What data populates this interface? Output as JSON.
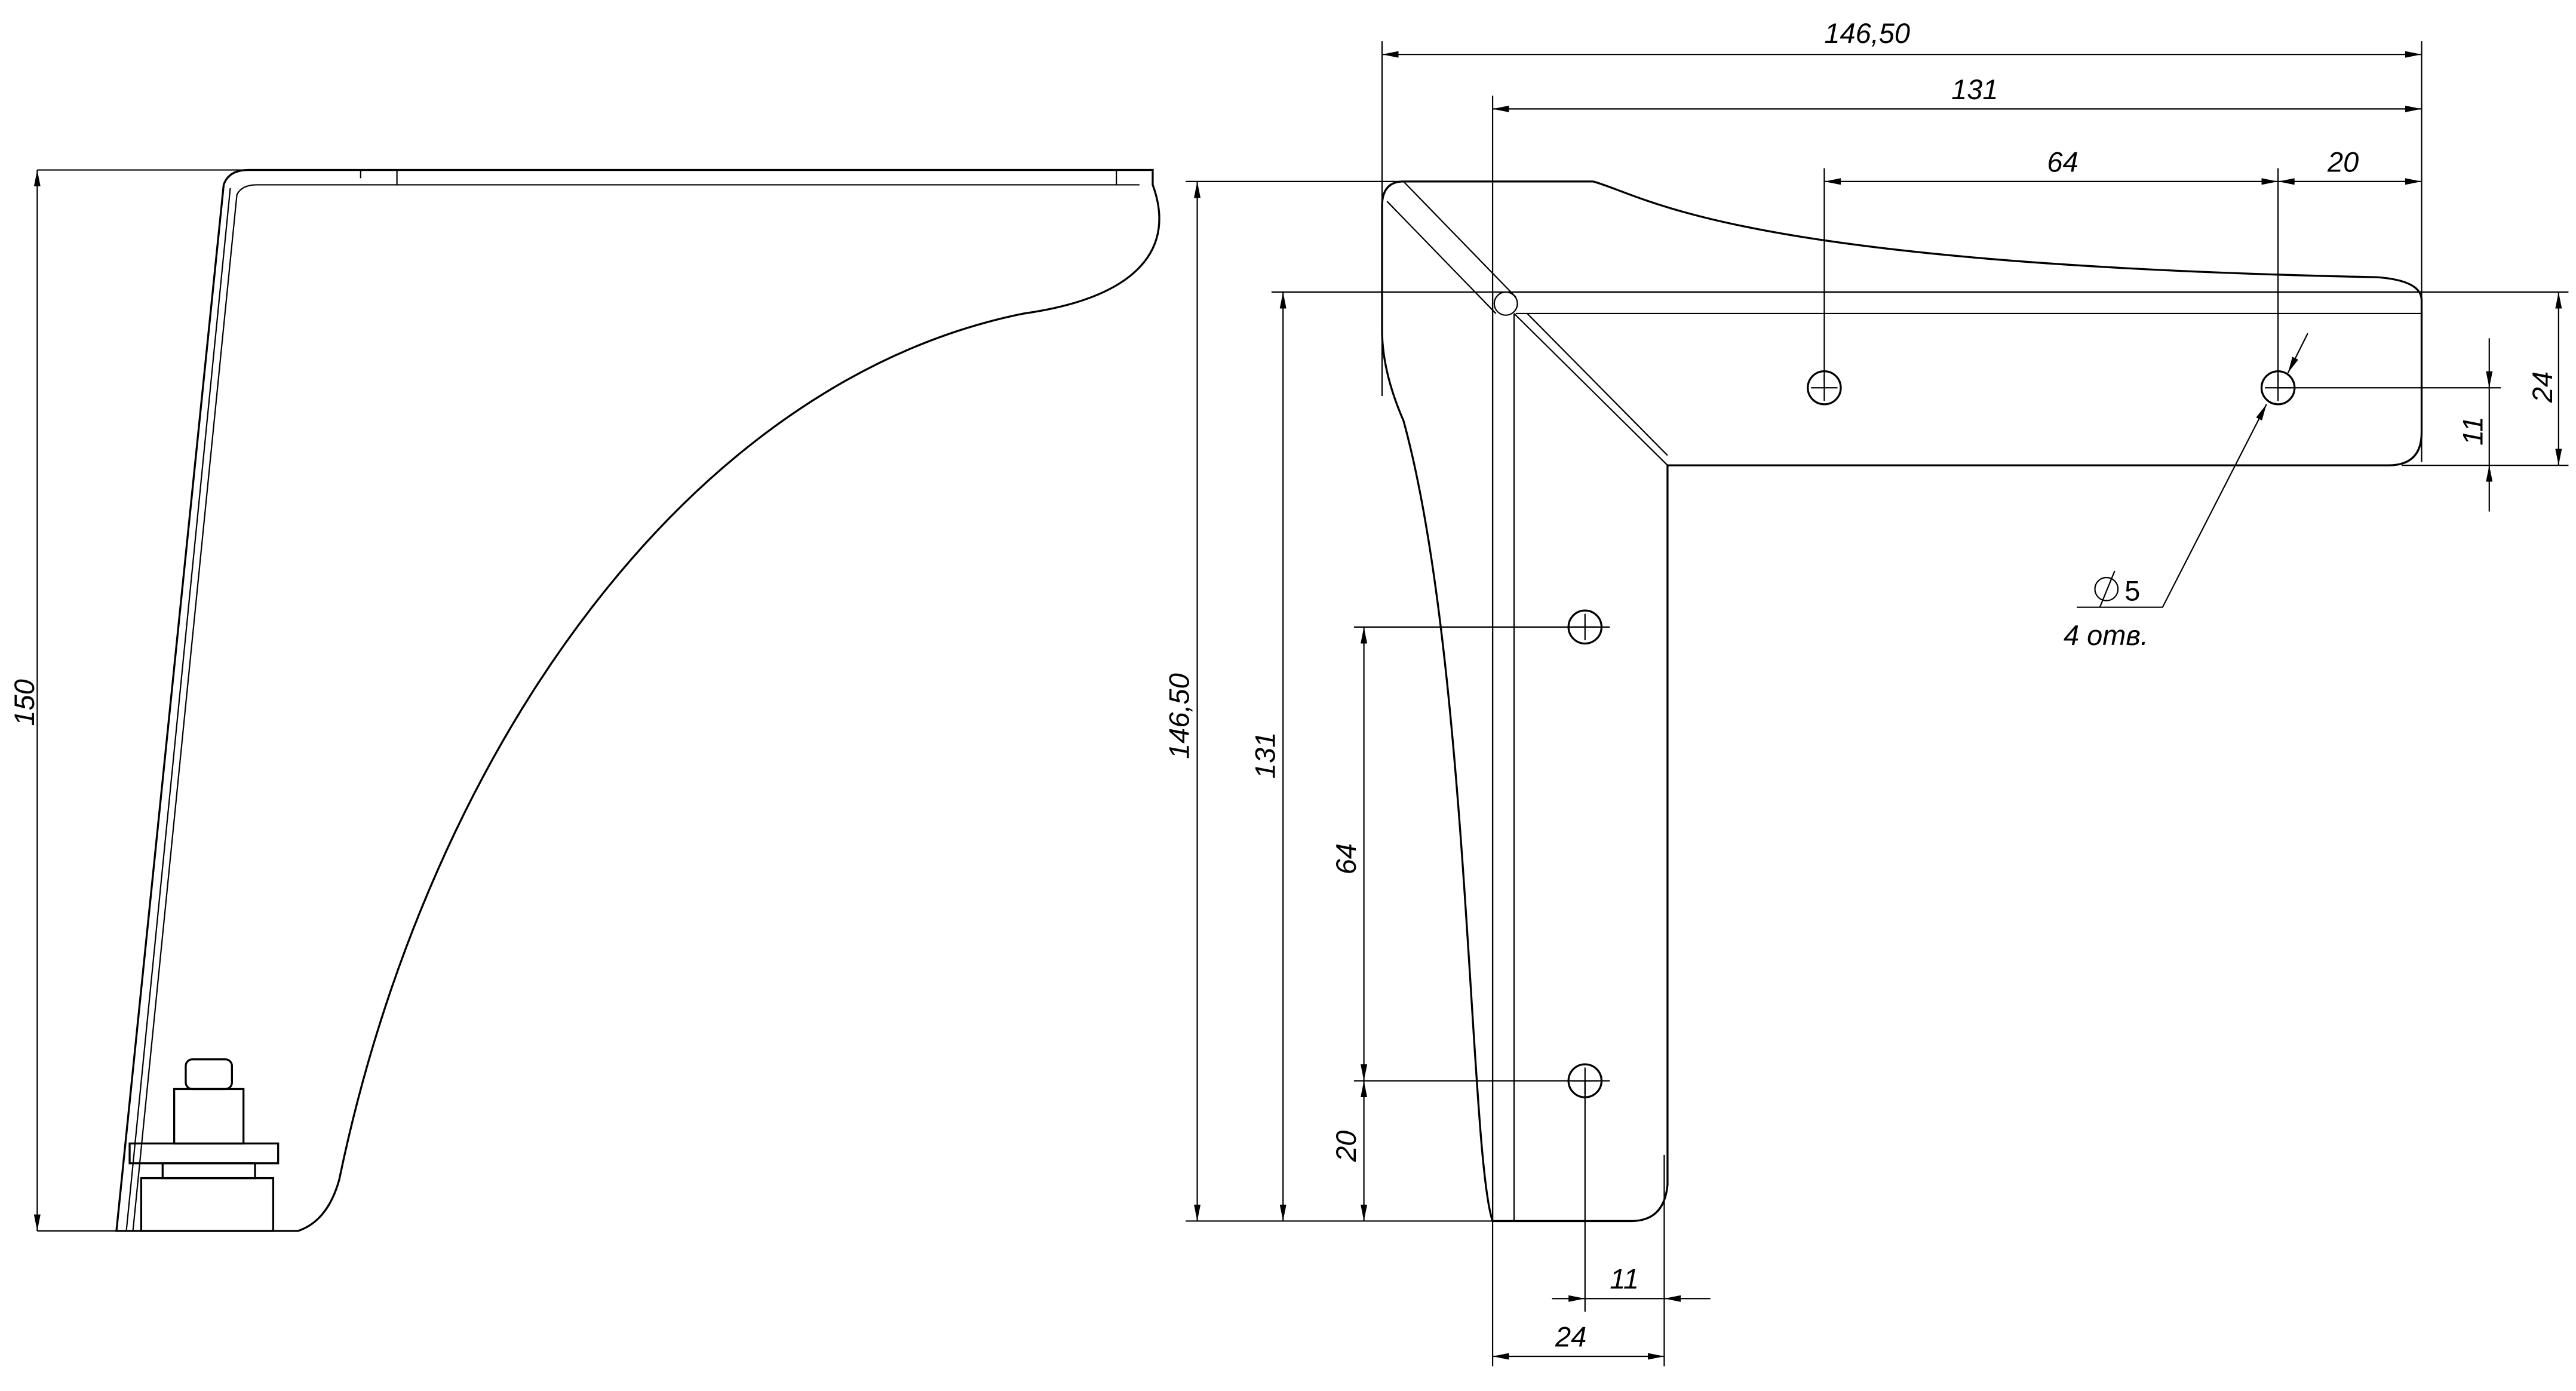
{
  "side_view": {
    "height_dim": "150"
  },
  "front_view": {
    "top_dims": {
      "overall": "146,50",
      "inner": "131",
      "hole_spacing": "64",
      "edge_offset": "20"
    },
    "left_dims": {
      "overall": "146,50",
      "inner": "131",
      "hole_spacing": "64",
      "edge_offset": "20"
    },
    "bottom_dims": {
      "width": "24",
      "hole_offset": "11"
    },
    "right_dims": {
      "width": "24",
      "hole_offset": "11"
    },
    "hole_note": {
      "diameter": "5",
      "count": "4 отв."
    }
  }
}
